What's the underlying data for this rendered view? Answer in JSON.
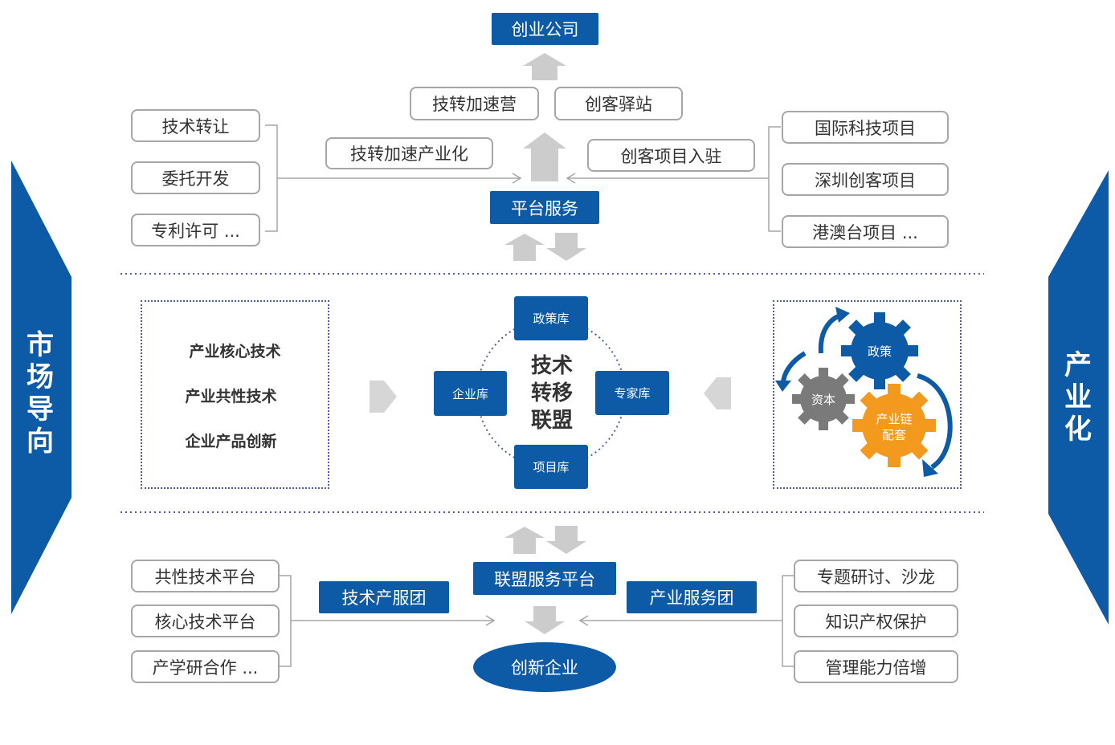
{
  "top": {
    "company": "创业公司",
    "platform_service": "平台服务",
    "accelerator": "技转加速营",
    "maker_station": "创客驿站",
    "accelerated_industrialization": "技转加速产业化",
    "maker_project_entry": "创客项目入驻",
    "left_items": [
      "技术转让",
      "委托开发",
      "专利许可 ..."
    ],
    "right_items": [
      "国际科技项目",
      "深圳创客项目",
      "港澳台项目 ..."
    ]
  },
  "middle": {
    "left_items": [
      "产业核心技术",
      "产业共性技术",
      "企业产品创新"
    ],
    "center_title": "技术转移联盟",
    "policy_lib": "政策库",
    "enterprise_lib": "企业库",
    "expert_lib": "专家库",
    "project_lib": "项目库",
    "gears": {
      "policy": "政策",
      "capital": "资本",
      "chain": "产业链配套"
    }
  },
  "bottom": {
    "alliance_platform": "联盟服务平台",
    "tech_service_group": "技术产服团",
    "industry_service_group": "产业服务团",
    "innovative_enterprise": "创新企业",
    "left_items": [
      "共性技术平台",
      "核心技术平台",
      "产学研合作 ..."
    ],
    "right_items": [
      "专题研讨、沙龙",
      "知识产权保护",
      "管理能力倍增"
    ]
  },
  "sides": {
    "left": "市场导向",
    "right": "产业化"
  },
  "colors": {
    "blue": "#0d5aa7",
    "gray_arrow": "#cccccc",
    "orange": "#f39a1e",
    "gear_gray": "#7a7a7a"
  }
}
